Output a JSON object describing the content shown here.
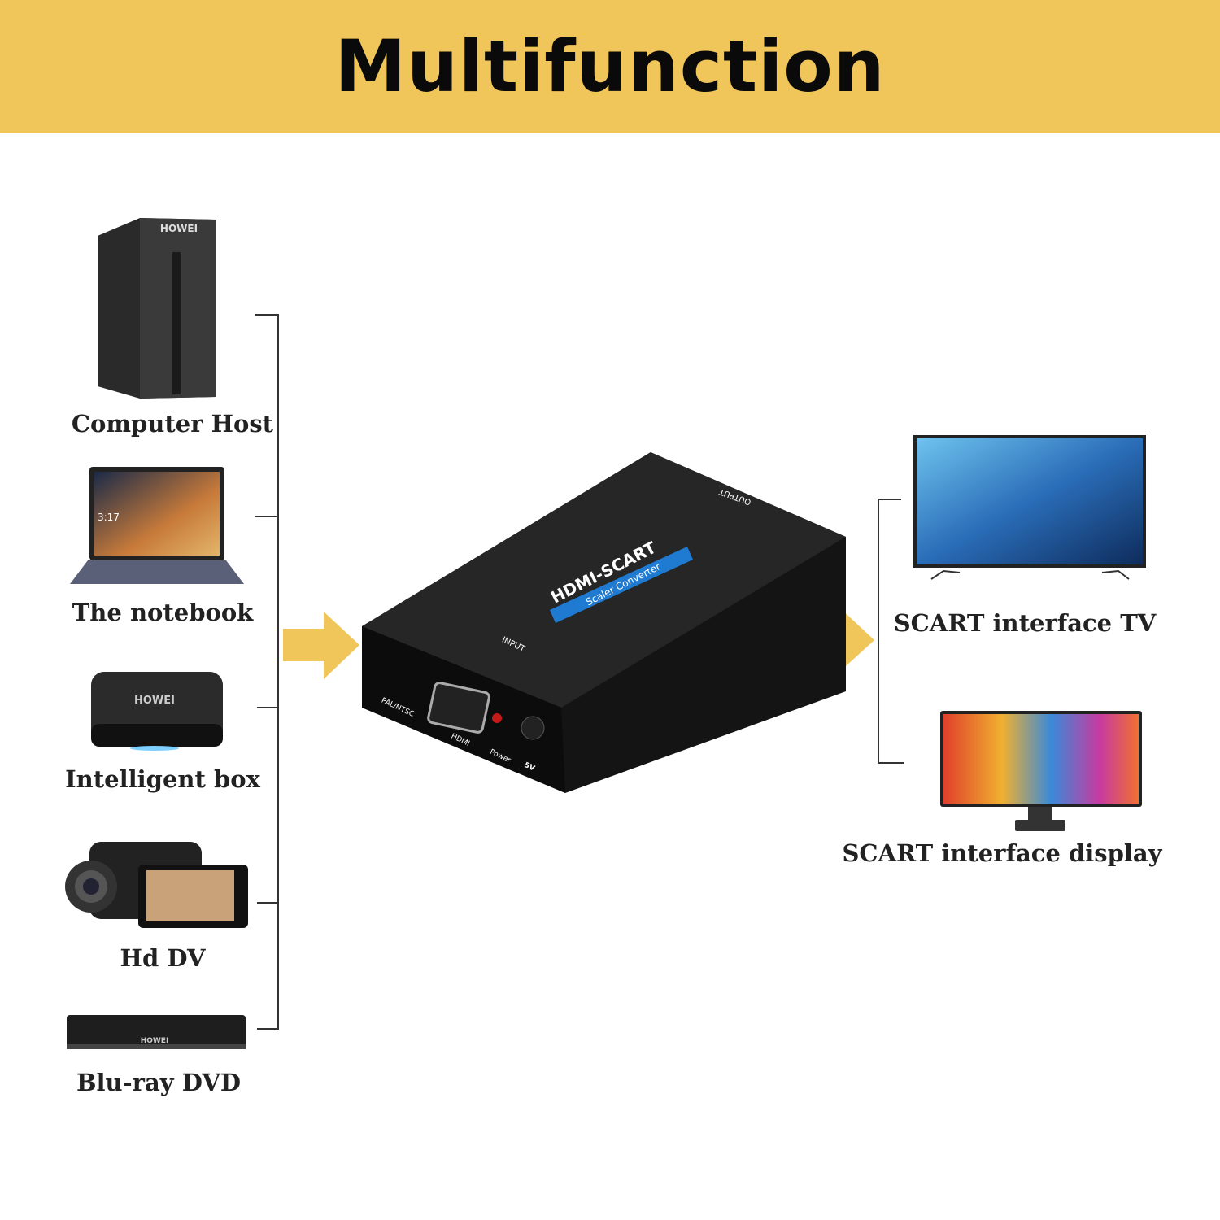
{
  "banner": {
    "title": "Multifunction"
  },
  "sources": [
    {
      "label": "Computer Host",
      "brand": "HOWEI"
    },
    {
      "label": "The notebook",
      "screen_time": "3:17"
    },
    {
      "label": "Intelligent box",
      "brand": "HOWEI"
    },
    {
      "label": "Hd DV"
    },
    {
      "label": "Blu-ray DVD",
      "brand": "HOWEI"
    }
  ],
  "device": {
    "title": "HDMI-SCART",
    "subtitle": "Scaler Converter",
    "input": "INPUT",
    "output": "OUTPUT",
    "switch": "PAL/NTSC",
    "hdmi": "HDMI",
    "power": "Power",
    "dc": "5V"
  },
  "outputs": [
    {
      "label": "SCART interface TV"
    },
    {
      "label": "SCART interface display"
    }
  ],
  "colors": {
    "banner": "#f0c55a",
    "arrow": "#f0c55a",
    "stripe": "#1f7ad1"
  }
}
